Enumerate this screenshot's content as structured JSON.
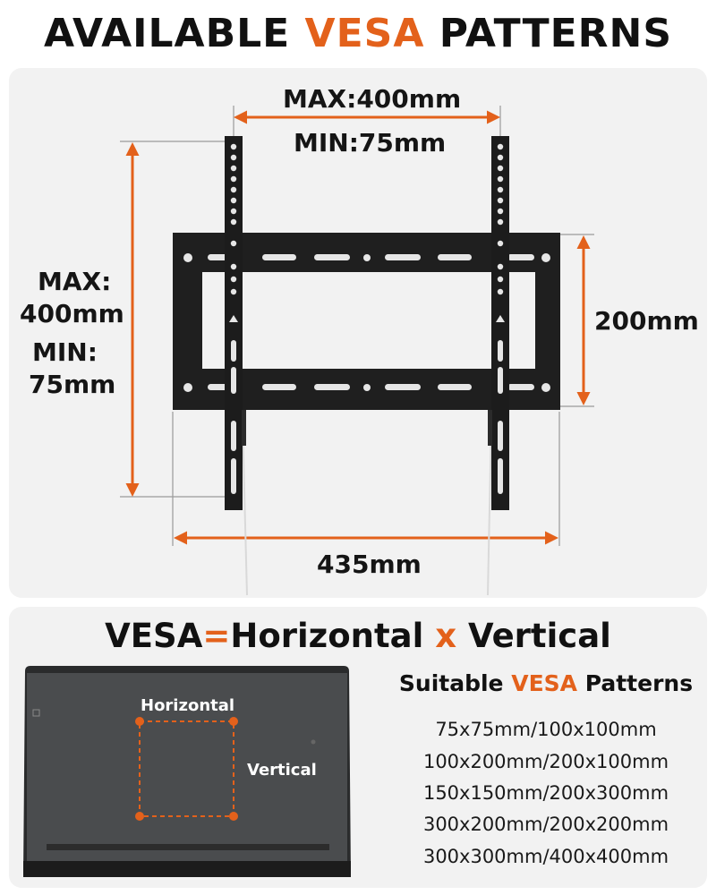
{
  "header": {
    "title_part1": "AVAILABLE ",
    "title_accent": "VESA",
    "title_part2": " PATTERNS"
  },
  "diagram": {
    "horizontal_max": "MAX:400mm",
    "horizontal_min": "MIN:75mm",
    "vertical_max_line1": "MAX:",
    "vertical_max_line2": "400mm",
    "vertical_min_line1": "MIN:",
    "vertical_min_line2": "75mm",
    "frame_height": "200mm",
    "frame_width": "435mm"
  },
  "formula": {
    "vesa": "VESA",
    "equals": "=",
    "horizontal": "Horizontal",
    "times": " x ",
    "vertical": "Vertical"
  },
  "tv": {
    "horizontal_label": "Horizontal",
    "vertical_label": "Vertical"
  },
  "suitable": {
    "title_part1": "Suitable ",
    "title_accent": "VESA",
    "title_part2": " Patterns",
    "patterns": [
      "75x75mm/100x100mm",
      "100x200mm/200x100mm",
      "150x150mm/200x300mm",
      "300x200mm/200x200mm",
      "300x300mm/400x400mm"
    ]
  },
  "colors": {
    "accent": "#e3611b",
    "panel": "#f2f2f2",
    "bracket": "#1c1c1c",
    "tv": "#3e4042"
  }
}
